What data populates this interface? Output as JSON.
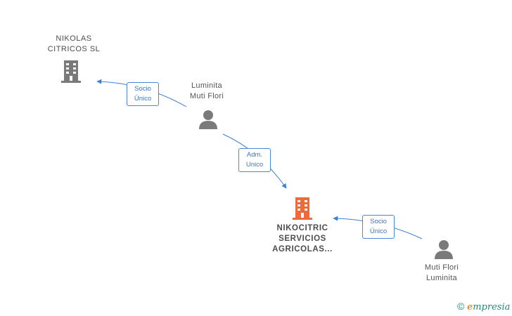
{
  "nodes": {
    "nikolas": {
      "line1": "NIKOLAS",
      "line2": "CITRICOS  SL"
    },
    "luminita": {
      "line1": "Luminita",
      "line2": "Muti Flori"
    },
    "nikocitric": {
      "line1": "NIKOCITRIC",
      "line2": "SERVICIOS",
      "line3": "AGRICOLAS..."
    },
    "muti": {
      "line1": "Muti Flori",
      "line2": "Luminita"
    }
  },
  "edges": [
    {
      "from": "luminita",
      "to": "nikolas",
      "label1": "Socio",
      "label2": "Único"
    },
    {
      "from": "luminita",
      "to": "nikocitric",
      "label1": "Adm.",
      "label2": "Unico"
    },
    {
      "from": "muti",
      "to": "nikocitric",
      "label1": "Socio",
      "label2": "Único"
    }
  ],
  "watermark": {
    "copyright": "©",
    "brand_initial": "e",
    "brand_rest": "mpresia"
  },
  "colors": {
    "company_gray": "#7a7a7a",
    "company_main": "#ee6a3a",
    "person_gray": "#7a7a7a",
    "edge_blue": "#3b7fd6"
  }
}
